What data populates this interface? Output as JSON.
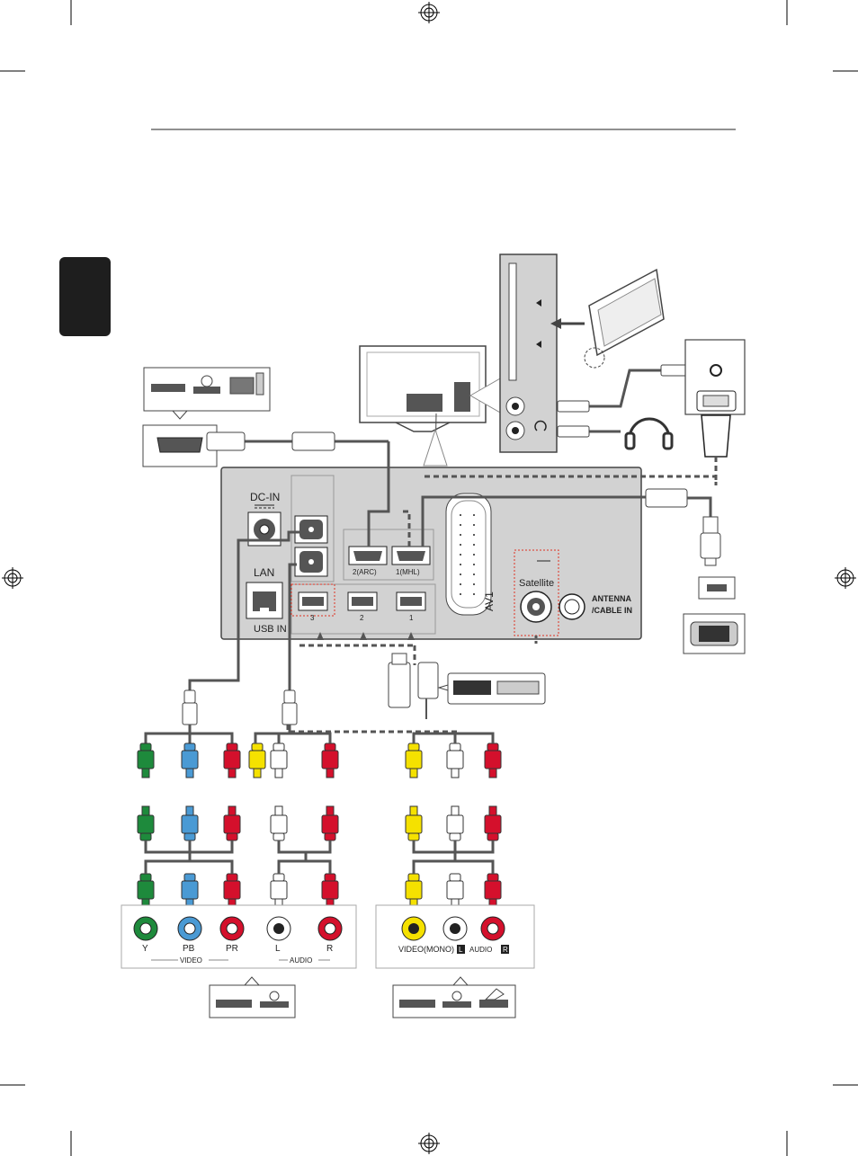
{
  "rear_panel": {
    "dc_in": "DC-IN",
    "lan": "LAN",
    "usb_in": "USB IN",
    "hdmi_2": "2(ARC)",
    "hdmi_1": "1(MHL)",
    "av1": "AV1",
    "usb_3": "3",
    "usb_2": "2",
    "usb_1": "1",
    "satellite": "Satellite",
    "antenna_line1": "ANTENNA",
    "antenna_line2": "/CABLE IN"
  },
  "component_box": {
    "y": "Y",
    "pb": "PB",
    "pr": "PR",
    "l": "L",
    "r": "R",
    "video": "VIDEO",
    "audio": "AUDIO"
  },
  "composite_box": {
    "label": "VIDEO(MONO)",
    "l": "L",
    "audio": "AUDIO",
    "r": "R"
  },
  "colors": {
    "green": "#1e8a3c",
    "blue": "#4a9ad4",
    "red": "#d4102c",
    "yellow": "#f5e100",
    "white": "#ffffff",
    "panel": "#d2d2d2",
    "cable": "#666666",
    "tab": "#1e1e1e"
  }
}
